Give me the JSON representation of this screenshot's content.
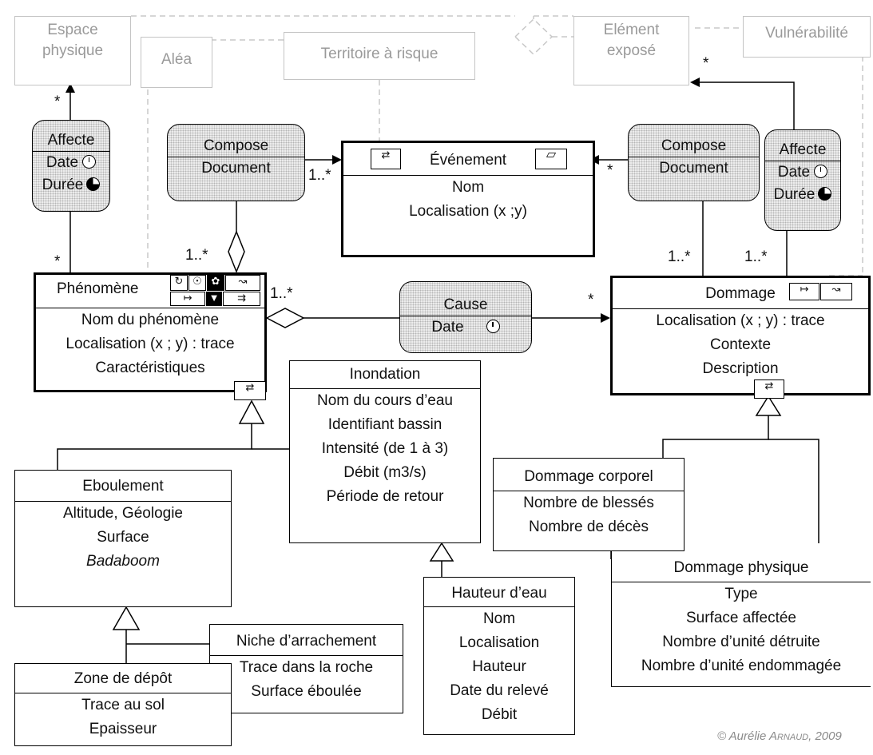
{
  "context": {
    "espace_physique": [
      "Espace",
      "physique"
    ],
    "alea": "Aléa",
    "territoire": "Territoire à risque",
    "element_expose": [
      "Elément",
      "exposé"
    ],
    "vulnerabilite": "Vulnérabilité"
  },
  "affecte_left": {
    "name": "Affecte",
    "date": "Date",
    "duree": "Durée"
  },
  "affecte_right": {
    "name": "Affecte",
    "date": "Date",
    "duree": "Durée"
  },
  "compose_left": {
    "name": "Compose",
    "attr": "Document"
  },
  "compose_right": {
    "name": "Compose",
    "attr": "Document"
  },
  "cause": {
    "name": "Cause",
    "attr": "Date"
  },
  "evenement": {
    "name": "Événement",
    "attrs": [
      "Nom",
      "Localisation (x ;y)"
    ]
  },
  "phenomene": {
    "name": "Phénomène",
    "attrs": [
      "Nom du phénomène",
      "Localisation (x ; y) : trace",
      "Caractéristiques"
    ]
  },
  "dommage": {
    "name": "Dommage",
    "attrs": [
      "Localisation (x ; y) : trace",
      "Contexte",
      "Description"
    ]
  },
  "inondation": {
    "name": "Inondation",
    "attrs": [
      "Nom du cours d’eau",
      "Identifiant bassin",
      "Intensité (de 1 à 3)",
      "Débit (m3/s)",
      "Période de retour"
    ]
  },
  "eboulement": {
    "name": "Eboulement",
    "attrs": [
      "Altitude, Géologie",
      "Surface"
    ],
    "method": "Badaboom"
  },
  "dommage_corporel": {
    "name": "Dommage corporel",
    "attrs": [
      "Nombre de blessés",
      "Nombre de décès"
    ]
  },
  "dommage_physique": {
    "name": "Dommage physique",
    "attrs": [
      "Type",
      "Surface affectée",
      "Nombre d’unité détruite",
      "Nombre d’unité endommagée"
    ]
  },
  "hauteur_eau": {
    "name": "Hauteur d’eau",
    "attrs": [
      "Nom",
      "Localisation",
      "Hauteur",
      "Date du relevé",
      "Débit"
    ]
  },
  "niche": {
    "name": "Niche d’arrachement",
    "attrs": [
      "Trace dans la roche",
      "Surface éboulée"
    ]
  },
  "zone_depot": {
    "name": "Zone de dépôt",
    "attrs": [
      "Trace au sol",
      "Epaisseur"
    ]
  },
  "multiplicities": {
    "star": "*",
    "one_many": "1..*"
  },
  "credit": {
    "prefix": "© Aurélie ",
    "name_first": "A",
    "name_rest": "RNAUD",
    "suffix": ", 2009"
  },
  "colors": {
    "ghost_border": "#c4c4c4",
    "ghost_text": "#9a9a9a",
    "assoc_fill": "#eeeeee"
  },
  "icons": [
    "clock-icon",
    "half-filled-circle-icon",
    "time-interval-icon",
    "polygon-icon",
    "line-icon",
    "point-icon"
  ]
}
